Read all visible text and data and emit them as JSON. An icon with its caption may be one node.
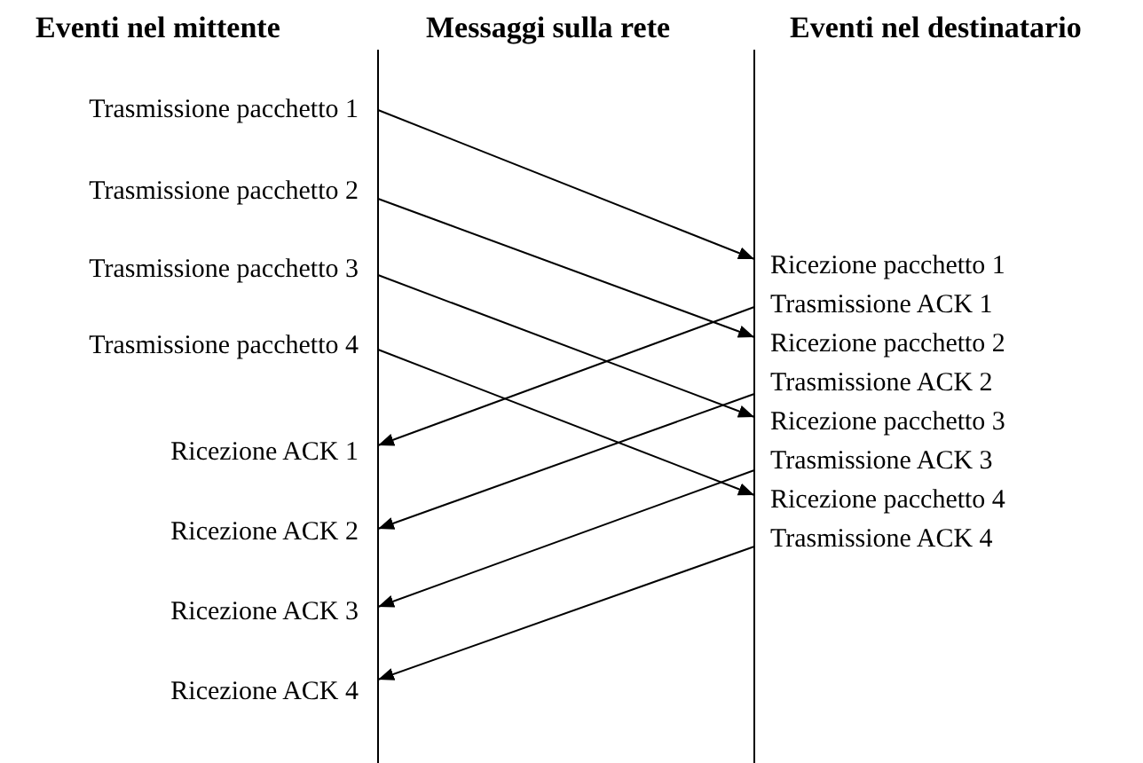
{
  "diagram": {
    "nodes": [
      {
        "text": [
          "Trasmissione pacchetto 1"
        ]
      },
      {
        "text": [
          "Trasmissione pacchetto 2"
        ]
      },
      {
        "text": [
          "Trasmissione pacchetto 3"
        ]
      },
      {
        "text": [
          "Trasmissione pacchetto 4"
        ]
      },
      {
        "text": [
          "Ricezione ACK 1"
        ]
      },
      {
        "text": [
          "Ricezione ACK 2"
        ]
      },
      {
        "text": [
          "Ricezione ACK 3"
        ]
      },
      {
        "text": [
          "Ricezione ACK 4"
        ]
      },
      {
        "text": [
          "Ricezione pacchetto 1"
        ]
      },
      {
        "text": [
          "Trasmissione ACK 1"
        ]
      },
      {
        "text": [
          "Ricezione pacchetto 2"
        ]
      },
      {
        "text": [
          "Trasmissione ACK 2"
        ]
      },
      {
        "text": [
          "Ricezione pacchetto 3"
        ]
      },
      {
        "text": [
          "Trasmissione ACK 3"
        ]
      },
      {
        "text": [
          "Ricezione pacchetto 4"
        ]
      },
      {
        "text": [
          "Trasmissione ACK 4"
        ]
      }
    ],
    "edges": [
      {
        "from": 0,
        "to": 8,
        "arrow": "to"
      },
      {
        "from": 1,
        "to": 10,
        "arrow": "to"
      },
      {
        "from": 2,
        "to": 12,
        "arrow": "to"
      },
      {
        "from": 3,
        "to": 14,
        "arrow": "to"
      },
      {
        "from": 9,
        "to": 4,
        "arrow": "to"
      },
      {
        "from": 11,
        "to": 5,
        "arrow": "to"
      },
      {
        "from": 13,
        "to": 6,
        "arrow": "to"
      },
      {
        "from": 15,
        "to": 7,
        "arrow": "to"
      }
    ],
    "labels": [
      "Eventi nel mittente",
      "Messaggi sulla rete",
      "Eventi nel destinatario"
    ]
  }
}
